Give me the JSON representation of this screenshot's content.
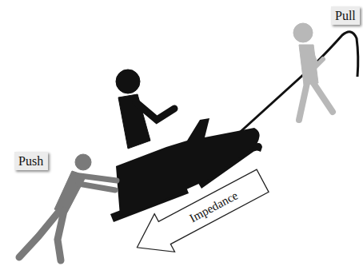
{
  "diagram": {
    "nodes": [
      {
        "text": [
          "Pull"
        ]
      },
      {
        "text": [
          "Push"
        ]
      },
      {
        "text": [
          "Impedance"
        ]
      }
    ]
  }
}
